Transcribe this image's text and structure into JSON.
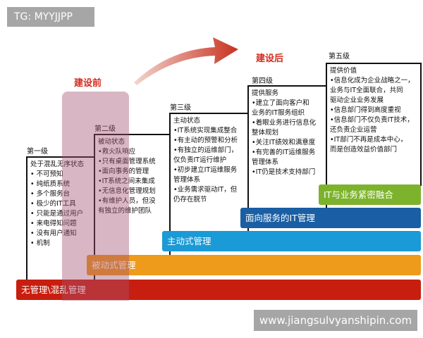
{
  "watermark_top": "TG: MYYJJPP",
  "watermark_bottom": "www.jiangsulvyanshipin.com",
  "before_label": "建设前",
  "after_label": "建设后",
  "levels": [
    {
      "name": "第一级",
      "lines": [
        "处于混乱无序状态",
        "•  不可预知",
        "•  纯纸质系统",
        "•  多个服务台",
        "•  极少的IT工具",
        "•  只能是通过用户",
        "•      来电得知问题",
        "•  没有用户通知",
        "•      机制"
      ]
    },
    {
      "name": "第二级",
      "lines": [
        "被动状态",
        "•救火队响应",
        "•只有桌面管理系统",
        "•面向事务的管理",
        "•IT系统之间未集成",
        "•无信息化管理规划",
        "•有维护人员，但没",
        "   有独立的维护团队"
      ]
    },
    {
      "name": "第三级",
      "lines": [
        "主动状态",
        "•IT系统实现集成整合",
        "•有主动的预警和分析",
        "•有独立的运维部门，",
        "   仅负责IT运行维护",
        "•初步建立IT运维服务",
        "   管理体系",
        "•业务需求驱动IT，但",
        "   仍存在脱节"
      ]
    },
    {
      "name": "第四级",
      "lines": [
        "提供服务",
        "•建立了面向客户和",
        "   业务的IT服务组织",
        "•着眼业务进行信息化",
        "   整体规划",
        "•关注IT绩效和满意度",
        "•有完善的IT运维服务",
        "   管理体系",
        "•IT仍是技术支持部门"
      ]
    },
    {
      "name": "第五级",
      "lines": [
        "提供价值",
        "•信息化成为企业战略之一，",
        "业务与IT全面联合，共同",
        "驱动企业业务发展",
        "•信息部门得到高度重视",
        "•信息部门不仅负责IT技术，",
        "还负责企业运营",
        "•IT部门不再是成本中心，",
        "而是创造效益价值部门"
      ]
    }
  ],
  "bars": [
    {
      "label": "无管理\\混乱管理",
      "color": "#c81e0f"
    },
    {
      "label": "被动式管理",
      "color": "#ee9a1a"
    },
    {
      "label": "主动式管理",
      "color": "#1a9ad6"
    },
    {
      "label": "面向服务的IT管理",
      "color": "#1a5ea3"
    },
    {
      "label": "IT与业务紧密融合",
      "color": "#7db32c"
    }
  ],
  "colors": {
    "highlight": "#a4526f",
    "arrow": "#c8321f",
    "accent_text": "#d42a1c"
  }
}
